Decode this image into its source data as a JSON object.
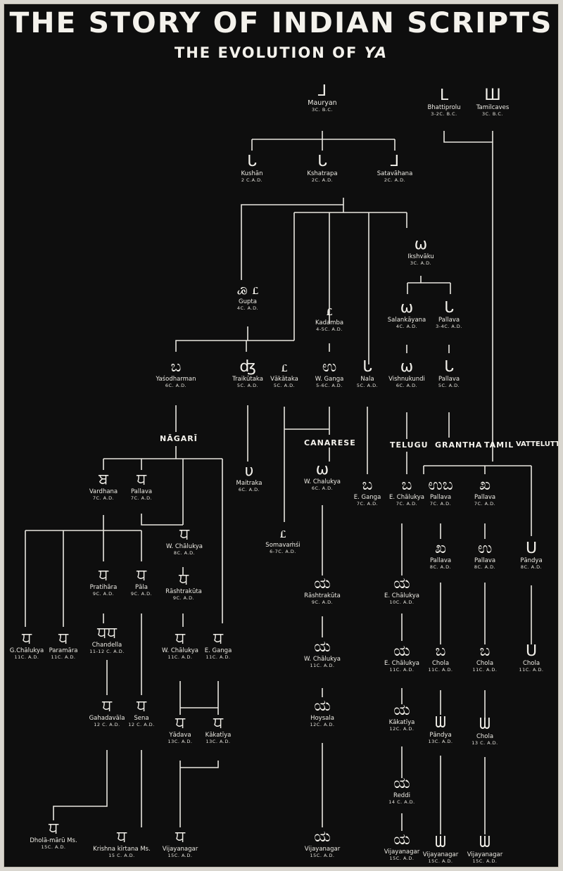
{
  "title": "THE STORY OF INDIAN SCRIPTS",
  "subtitle_prefix": "THE EVOLUTION OF",
  "subtitle_letter": "YA",
  "groups": {
    "nagari": "NĀGARĪ",
    "canarese": "CANARESE",
    "telugu": "TELUGU",
    "grantha": "GRANTHA",
    "tamil": "TAMIL",
    "vatteluttu": "VATTELUTTU"
  },
  "nodes": {
    "mauryan": {
      "glyph": "⅃",
      "name": "Mauryan",
      "date": "3C. B.C."
    },
    "bhattiprolu": {
      "glyph": "ᒪ",
      "name": "Bhattiprolu",
      "date": "3-2C. B.C."
    },
    "tamilcaves": {
      "glyph": "Ш",
      "name": "Tamilcaves",
      "date": "3C. B.C."
    },
    "kushan": {
      "glyph": "ᒐ",
      "name": "Kushān",
      "date": "2 C.A.D."
    },
    "kshatrapa": {
      "glyph": "ᒐ",
      "name": "Kshatrapa",
      "date": "2C. A.D."
    },
    "satavahana": {
      "glyph": "⅃",
      "name": "Satavāhana",
      "date": "2C. A.D."
    },
    "ikshvaku": {
      "glyph": "ω",
      "name": "Ikshvāku",
      "date": "3C. A.D."
    },
    "gupta": {
      "glyph": "ꮚ ꮭ",
      "name": "Gupta",
      "date": "4C. A.D."
    },
    "kadamba": {
      "glyph": "ꮭ",
      "name": "Kadamba",
      "date": "4-5C. A.D."
    },
    "salankayana": {
      "glyph": "ω",
      "name": "Salankāyana",
      "date": "4C. A.D."
    },
    "pallava_34": {
      "glyph": "ᒐ",
      "name": "Pallava",
      "date": "3-4C. A.D."
    },
    "yasodharman": {
      "glyph": "ಬ",
      "name": "Yaśodharman",
      "date": "6C. A.D."
    },
    "traikutaka": {
      "glyph": "ʤ",
      "name": "Traikūtaka",
      "date": "5C. A.D."
    },
    "vakataka": {
      "glyph": "ꮭ",
      "name": "Vākātaka",
      "date": "5C. A.D."
    },
    "w_ganga": {
      "glyph": "ಉ",
      "name": "W. Ganga",
      "date": "5-6C. A.D."
    },
    "nala": {
      "glyph": "ᒐ",
      "name": "Nala",
      "date": "5C. A.D."
    },
    "vishnukundi": {
      "glyph": "ω",
      "name": "Vishnukundi",
      "date": "6C. A.D."
    },
    "pallava_5": {
      "glyph": "ᒐ",
      "name": "Pallava",
      "date": "5C. A.D."
    },
    "vardhana": {
      "glyph": "ਬ",
      "name": "Vardhana",
      "date": "7C. A.D."
    },
    "pallava_7a": {
      "glyph": "ਧ",
      "name": "Pallava",
      "date": "7C. A.D."
    },
    "maitraka": {
      "glyph": "υ",
      "name": "Maitraka",
      "date": "6C. A.D."
    },
    "w_chalukya_6": {
      "glyph": "ω",
      "name": "W. Chalukya",
      "date": "6C. A.D."
    },
    "e_ganga_7": {
      "glyph": "ಬ",
      "name": "E. Ganga",
      "date": "7C. A.D."
    },
    "e_chalukya_7": {
      "glyph": "ಬ",
      "name": "E. Chālukya",
      "date": "7C. A.D."
    },
    "pallava_7b": {
      "glyph": "ಉಬ",
      "name": "Pallava",
      "date": "7C. A.D."
    },
    "pallava_7c": {
      "glyph": "ಖ",
      "name": "Pallava",
      "date": "7C. A.D."
    },
    "w_chalukya_8": {
      "glyph": "ਧ",
      "name": "W. Chālukya",
      "date": "8C. A.D."
    },
    "somavamsi": {
      "glyph": "ꮭ",
      "name": "Somavaṁśi",
      "date": "6-7C. A.D."
    },
    "pallava_8a": {
      "glyph": "ಖ",
      "name": "Pallava",
      "date": "8C. A.D."
    },
    "pallava_8b": {
      "glyph": "ಉ",
      "name": "Pallava",
      "date": "8C. A.D."
    },
    "pandya_8": {
      "glyph": "ᑌ",
      "name": "Pāndya",
      "date": "8C. A.D."
    },
    "pratihara": {
      "glyph": "ਧ",
      "name": "Pratihāra",
      "date": "9C. A.D."
    },
    "pala": {
      "glyph": "ਧ",
      "name": "Pāla",
      "date": "9C. A.D."
    },
    "rashtrakuta_9a": {
      "glyph": "ਧ",
      "name": "Rāshtrakūta",
      "date": "9C. A.D."
    },
    "rashtrakuta_9b": {
      "glyph": "ಯ",
      "name": "Rāshtrakūta",
      "date": "9C. A.D."
    },
    "e_chalukya_10": {
      "glyph": "ಯ",
      "name": "E. Chālukya",
      "date": "10C. A.D."
    },
    "g_chalukya": {
      "glyph": "ਧ",
      "name": "G.Chālukya",
      "date": "11C. A.D."
    },
    "paramara": {
      "glyph": "ਧ",
      "name": "Paramāra",
      "date": "11C. A.D."
    },
    "chandella": {
      "glyph": "ਧਧ",
      "name": "Chandella",
      "date": "11-12 C. A.D."
    },
    "w_chalukya_11a": {
      "glyph": "ਧ",
      "name": "W. Chālukya",
      "date": "11C. A.D."
    },
    "e_ganga_11": {
      "glyph": "ਧ",
      "name": "E. Ganga",
      "date": "11C. A.D."
    },
    "w_chalukya_11b": {
      "glyph": "ಯ",
      "name": "W. Chālukya",
      "date": "11C. A.D."
    },
    "e_chalukya_11": {
      "glyph": "ಯ",
      "name": "E. Chālukya",
      "date": "11C. A.D."
    },
    "chola_11a": {
      "glyph": "ಬ",
      "name": "Chola",
      "date": "11C. A.D."
    },
    "chola_11b": {
      "glyph": "ಬ",
      "name": "Chola",
      "date": "11C. A.D."
    },
    "chola_11c": {
      "glyph": "ᑌ",
      "name": "Chola",
      "date": "11C. A.D."
    },
    "gahadavala": {
      "glyph": "ਧ",
      "name": "Gahadavāla",
      "date": "12 C. A.D."
    },
    "sena": {
      "glyph": "ਧ",
      "name": "Sena",
      "date": "12 C. A.D."
    },
    "yadava": {
      "glyph": "ਧ",
      "name": "Yādava",
      "date": "13C. A.D."
    },
    "kakatiya_13": {
      "glyph": "ਧ",
      "name": "Kākatīya",
      "date": "13C. A.D."
    },
    "hoysala": {
      "glyph": "ಯ",
      "name": "Hoysala",
      "date": "12C. A.D."
    },
    "kakatiya_12": {
      "glyph": "ಯ",
      "name": "Kākatīya",
      "date": "12C. A.D."
    },
    "pandya_13": {
      "glyph": "ᗯ",
      "name": "Pāndya",
      "date": "13C. A.D."
    },
    "chola_13": {
      "glyph": "ᗯ",
      "name": "Chola",
      "date": "13 C. A.D."
    },
    "reddi": {
      "glyph": "ಯ",
      "name": "Reddi",
      "date": "14 C. A.D."
    },
    "dholamaru": {
      "glyph": "ਧ",
      "name": "Dholā-mārū Ms.",
      "date": "15C. A.D."
    },
    "krishnakirtana": {
      "glyph": "ਧ",
      "name": "Krishna kīrtana Ms.",
      "date": "15 C. A.D."
    },
    "vijayanagar_1": {
      "glyph": "ਧ",
      "name": "Vijayanagar",
      "date": "15C. A.D."
    },
    "vijayanagar_2": {
      "glyph": "ಯ",
      "name": "Vijayanagar",
      "date": "15C. A.D."
    },
    "vijayanagar_3": {
      "glyph": "ಯ",
      "name": "Vijayanagar",
      "date": "15C. A.D."
    },
    "vijayanagar_4": {
      "glyph": "ᗯ",
      "name": "Vijayanagar",
      "date": "15C. A.D."
    },
    "vijayanagar_5": {
      "glyph": "ᗯ",
      "name": "Vijayanagar",
      "date": "15C. A.D."
    }
  }
}
